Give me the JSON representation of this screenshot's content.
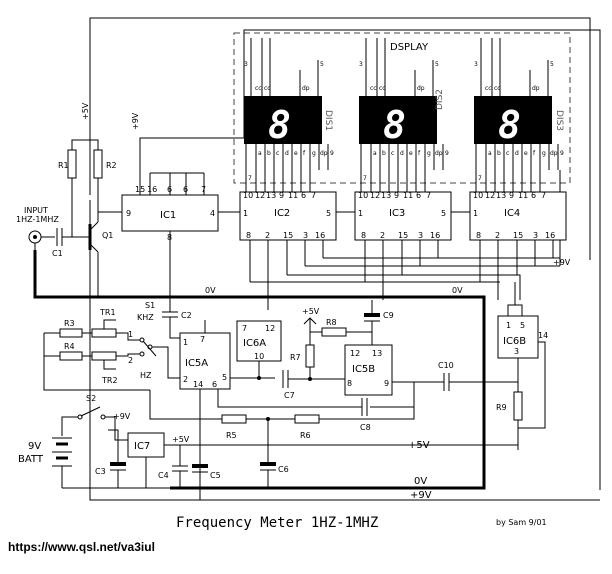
{
  "title": "Frequency Meter 1HZ-1MHZ",
  "author": "by Sam 9/01",
  "url": "https://www.qsl.net/va3iul",
  "display": {
    "label": "DSPLAY",
    "digits": [
      {
        "name": "DIS1",
        "glyph": "8"
      },
      {
        "name": "DIS2",
        "glyph": "8"
      },
      {
        "name": "DIS3",
        "glyph": "8"
      }
    ],
    "top_pins": [
      "3",
      "cc",
      "cc",
      "dp",
      "5"
    ],
    "bottom_pins": [
      "7",
      "a",
      "b",
      "c",
      "d",
      "e",
      "f",
      "g",
      "dp",
      "9"
    ]
  },
  "ics": {
    "ic1": {
      "name": "IC1",
      "pins_top": [
        "15",
        "16",
        "6",
        "6",
        "7"
      ],
      "pin_left": "9",
      "pin_right": "4",
      "pin_bottom": "8"
    },
    "ic2": {
      "name": "IC2",
      "pins_top": [
        "10",
        "12",
        "13",
        "9",
        "11",
        "6",
        "7"
      ],
      "pin_left": "1",
      "pin_right": "5",
      "pins_bottom": [
        "8",
        "2",
        "15",
        "3",
        "16"
      ]
    },
    "ic3": {
      "name": "IC3",
      "pins_top": [
        "10",
        "12",
        "13",
        "9",
        "11",
        "6",
        "7"
      ],
      "pin_left": "1",
      "pin_right": "5",
      "pins_bottom": [
        "8",
        "2",
        "15",
        "3",
        "16"
      ]
    },
    "ic4": {
      "name": "IC4",
      "pins_top": [
        "10",
        "12",
        "13",
        "9",
        "11",
        "6",
        "7"
      ],
      "pin_left": "1",
      "pin_right": "5",
      "pins_bottom": [
        "8",
        "2",
        "15",
        "3",
        "16"
      ]
    },
    "ic5a": {
      "name": "IC5A",
      "pins": [
        "7",
        "1",
        "2",
        "14",
        "6",
        "5"
      ]
    },
    "ic6a": {
      "name": "IC6A",
      "pins": [
        "7",
        "12",
        "10"
      ]
    },
    "ic5b": {
      "name": "IC5B",
      "pins": [
        "12",
        "13",
        "8",
        "9"
      ]
    },
    "ic6b": {
      "name": "IC6B",
      "pins": [
        "1",
        "5",
        "14",
        "3"
      ]
    },
    "ic7": {
      "name": "IC7"
    }
  },
  "components": {
    "r1": "R1",
    "r2": "R2",
    "r3": "R3",
    "r4": "R4",
    "r5": "R5",
    "r6": "R6",
    "r7": "R7",
    "r8": "R8",
    "r9": "R9",
    "tr1": "TR1",
    "tr2": "TR2",
    "c1": "C1",
    "c2": "C2",
    "c3": "C3",
    "c4": "C4",
    "c5": "C5",
    "c6": "C6",
    "c7": "C7",
    "c8": "C8",
    "c9": "C9",
    "c10": "C10",
    "q1": "Q1",
    "s1": "S1",
    "s2": "S2",
    "khz": "KHZ",
    "hz": "HZ",
    "input1": "INPUT",
    "input2": "1HZ-1MHZ",
    "batt1": "9V",
    "batt2": "BATT"
  },
  "nets": {
    "p5v": "+5V",
    "p9v": "+9V",
    "zero_v": "0V"
  }
}
